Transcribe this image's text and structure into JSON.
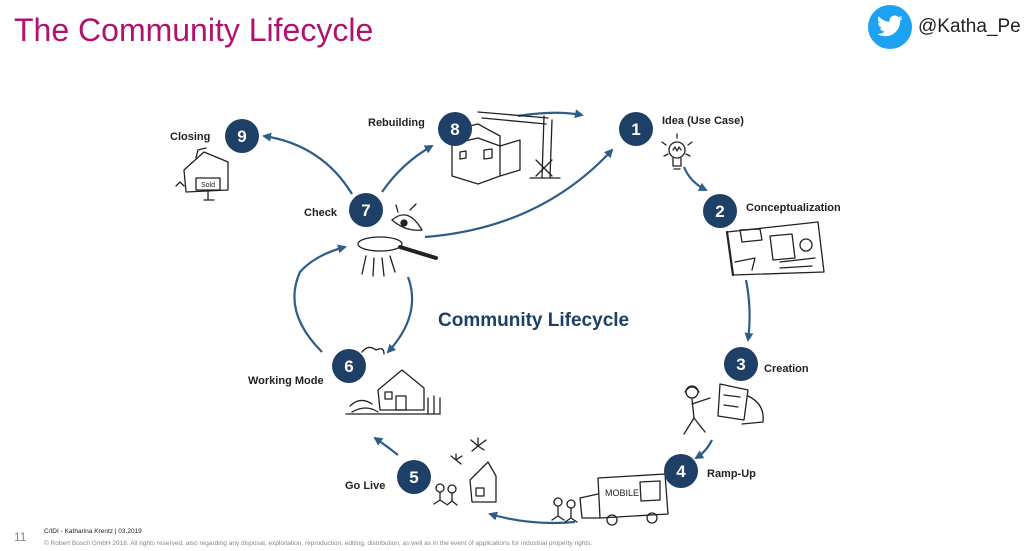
{
  "slide": {
    "title": "The Community Lifecycle",
    "handle": "@Katha_Pe",
    "center_title": "Community Lifecycle"
  },
  "steps": [
    {
      "number": "1",
      "label": "Idea (Use Case)"
    },
    {
      "number": "2",
      "label": "Conceptualization"
    },
    {
      "number": "3",
      "label": "Creation"
    },
    {
      "number": "4",
      "label": "Ramp-Up"
    },
    {
      "number": "5",
      "label": "Go Live"
    },
    {
      "number": "6",
      "label": "Working Mode"
    },
    {
      "number": "7",
      "label": "Check"
    },
    {
      "number": "8",
      "label": "Rebuilding"
    },
    {
      "number": "9",
      "label": "Closing"
    }
  ],
  "sketch_text": {
    "sold_sign": "Sold",
    "truck_sign": "MOBILE"
  },
  "footer": {
    "page_number": "11",
    "line1": "C/IDI - Katharina Krentz | 03.2019",
    "line2": "© Robert Bosch GmbH 2016. All rights reserved, also regarding any disposal, exploitation, reproduction, editing, distribution, as well as in the event of applications for industrial property rights."
  },
  "colors": {
    "title": "#b0126e",
    "circle": "#1e3f66",
    "arrow": "#2e5d87",
    "twitter": "#1da1f2"
  },
  "icons": [
    "twitter-bird-icon",
    "lightbulb-sketch",
    "blueprint-sketch",
    "worker-sketch",
    "truck-sketch",
    "house-fireworks-sketch",
    "village-sketch",
    "eye-magnifier-sketch",
    "construction-crane-sketch",
    "sold-house-sketch"
  ]
}
